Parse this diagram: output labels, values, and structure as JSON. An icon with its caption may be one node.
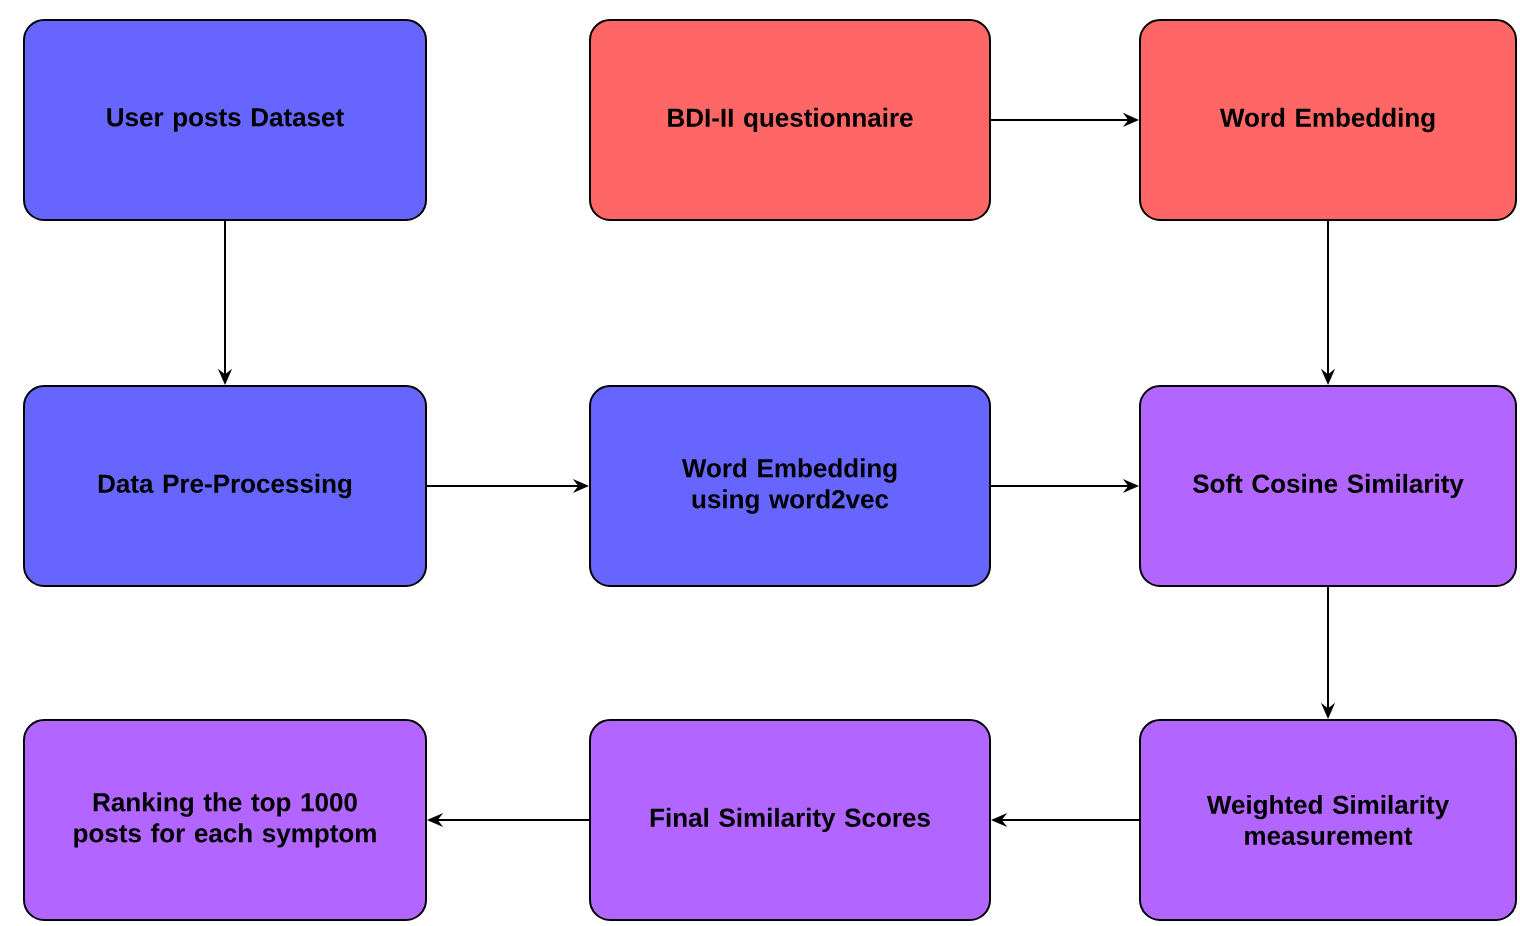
{
  "diagram": {
    "nodes": [
      {
        "text": [
          "User posts Dataset"
        ]
      },
      {
        "text": [
          "BDI-II questionnaire"
        ]
      },
      {
        "text": [
          "Word Embedding"
        ]
      },
      {
        "text": [
          "Data Pre-Processing"
        ]
      },
      {
        "text": [
          "Word Embedding using word2vec"
        ]
      },
      {
        "text": [
          "Soft Cosine Similarity"
        ]
      },
      {
        "text": [
          "Ranking the top 1000 posts for each symptom"
        ]
      },
      {
        "text": [
          "Final Similarity Scores"
        ]
      },
      {
        "text": [
          "Weighted Similarity measurement"
        ]
      }
    ],
    "edges": [
      {
        "from": 0,
        "to": 3,
        "arrow": "to"
      },
      {
        "from": 1,
        "to": 2,
        "arrow": "to"
      },
      {
        "from": 2,
        "to": 5,
        "arrow": "to"
      },
      {
        "from": 3,
        "to": 4,
        "arrow": "to"
      },
      {
        "from": 4,
        "to": 5,
        "arrow": "to"
      },
      {
        "from": 5,
        "to": 8,
        "arrow": "to"
      },
      {
        "from": 8,
        "to": 7,
        "arrow": "to"
      },
      {
        "from": 7,
        "to": 6,
        "arrow": "to"
      }
    ]
  }
}
